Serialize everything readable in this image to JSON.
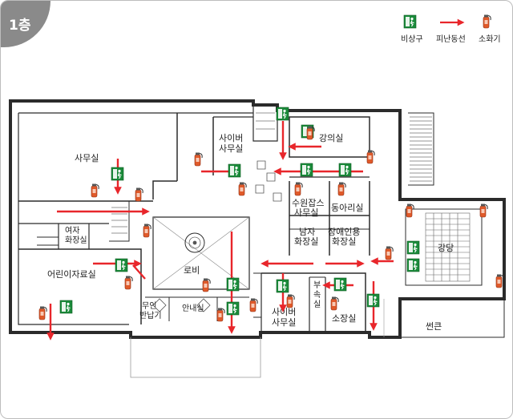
{
  "floor_label": "1층",
  "legend": {
    "exit": "비상구",
    "route": "피난동선",
    "extinguisher": "소화기"
  },
  "colors": {
    "route": "#e8262b",
    "exit_sign": "#1a8a3a",
    "extinguisher": "#e05a2a",
    "wall": "#2b2b2b",
    "badge": "#8a8a8a"
  },
  "rooms": {
    "office": "사무실",
    "cyber_office_top_1": "사이버",
    "cyber_office_top_2": "사무실",
    "lecture_room": "강의실",
    "women_restroom_1": "여자",
    "women_restroom_2": "화장실",
    "daycare_office": "어린이자료실",
    "lobby": "로비",
    "cloakroom_1": "무인",
    "cloakroom_2": "반납기",
    "info_desk": "안내실",
    "archive_office_1": "수원잡스",
    "archive_office_2": "사무실",
    "club_room": "동아리실",
    "men_restroom_1": "남자",
    "men_restroom_2": "화장실",
    "disabled_restroom_1": "장애인용",
    "disabled_restroom_2": "화장실",
    "auditorium": "강당",
    "cyber_office_bottom_1": "사이버",
    "cyber_office_bottom_2": "사무실",
    "annex_1": "부",
    "annex_2": "속",
    "annex_3": "실",
    "director_room": "소장실",
    "sunroom": "썬큰"
  }
}
